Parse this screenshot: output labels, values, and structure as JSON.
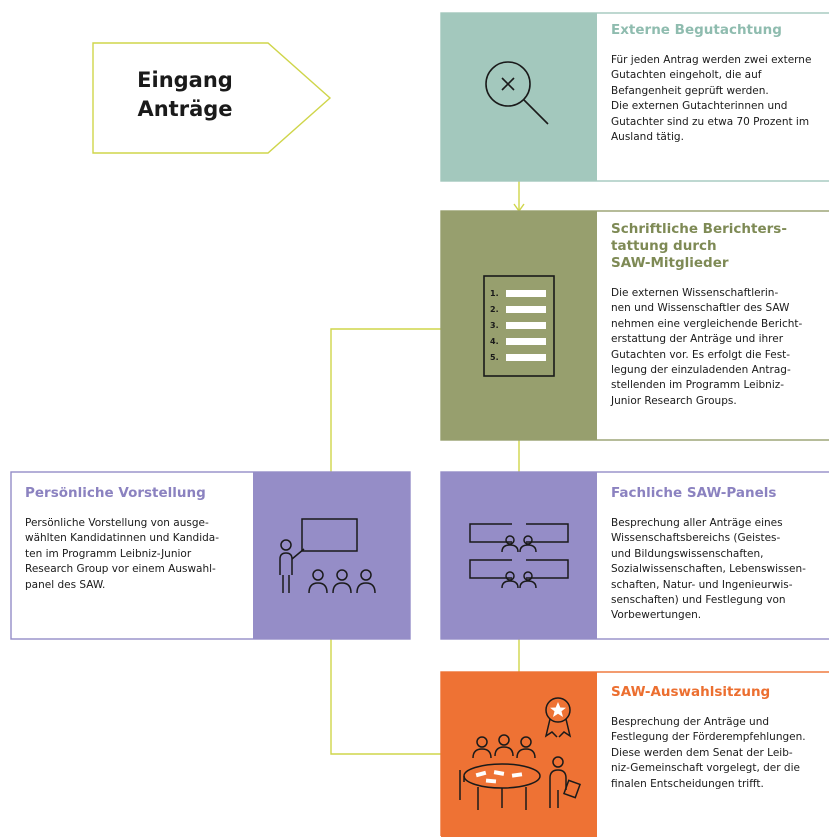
{
  "entry": {
    "line1": "Eingang",
    "line2": "Anträge"
  },
  "boxes": [
    {
      "id": "externe",
      "title": "Externe Begutachtung",
      "text": "Für jeden Antrag werden zwei externe Gutachten eingeholt, die auf Befangenheit geprüft werden.\nDie externen Gutachterinnen und Gutachter sind zu etwa 70 Prozent im Ausland tätig.",
      "color": "#a3c8bd",
      "icon": "magnifier-icon"
    },
    {
      "id": "schriftlich",
      "title": "Schriftliche Berichters-\ntattung durch\nSAW-Mitglieder",
      "text": "Die externen Wissenschaftlerin-\nnen und Wissenschaftler des SAW\nnehmen eine vergleichende Bericht-\nerstattung der Anträge und ihrer\nGutachten vor. Es erfolgt die Fest-\nlegung der einzuladenden Antrag-\nstellenden im Programm Leibniz-\nJunior Research Groups.",
      "color": "#979f6e",
      "icon": "numbered-list-icon",
      "list_numbers": [
        "1.",
        "2.",
        "3.",
        "4.",
        "5."
      ]
    },
    {
      "id": "persoenlich",
      "title": "Persönliche Vorstellung",
      "text": "Persönliche Vorstellung von ausge-\nwählten Kandidatinnen und Kandida-\nten im Programm Leibniz-Junior\nResearch Group vor einem Auswahl-\npanel des SAW.",
      "color": "#958dc7",
      "icon": "presentation-icon"
    },
    {
      "id": "fachlich",
      "title": "Fachliche SAW-Panels",
      "text": "Besprechung aller Anträge eines\nWissenschaftsbereichs (Geistes-\nund Bildungswissenschaften,\nSozialwissenschaften, Lebenswissen-\nschaften, Natur- und Ingenieurwis-\nsenschaften) und Festlegung von\nVorbewertungen.",
      "color": "#958dc7",
      "icon": "panel-meeting-icon"
    },
    {
      "id": "auswahl",
      "title": "SAW-Auswahlsitzung",
      "text": "Besprechung der Anträge und\nFestlegung der Förderempfehlungen.\nDiese werden dem Senat der Leib-\nniz-Gemeinschaft vorgelegt, der die\nfinalen Entscheidungen trifft.",
      "color": "#ee7234",
      "icon": "award-meeting-icon"
    }
  ]
}
